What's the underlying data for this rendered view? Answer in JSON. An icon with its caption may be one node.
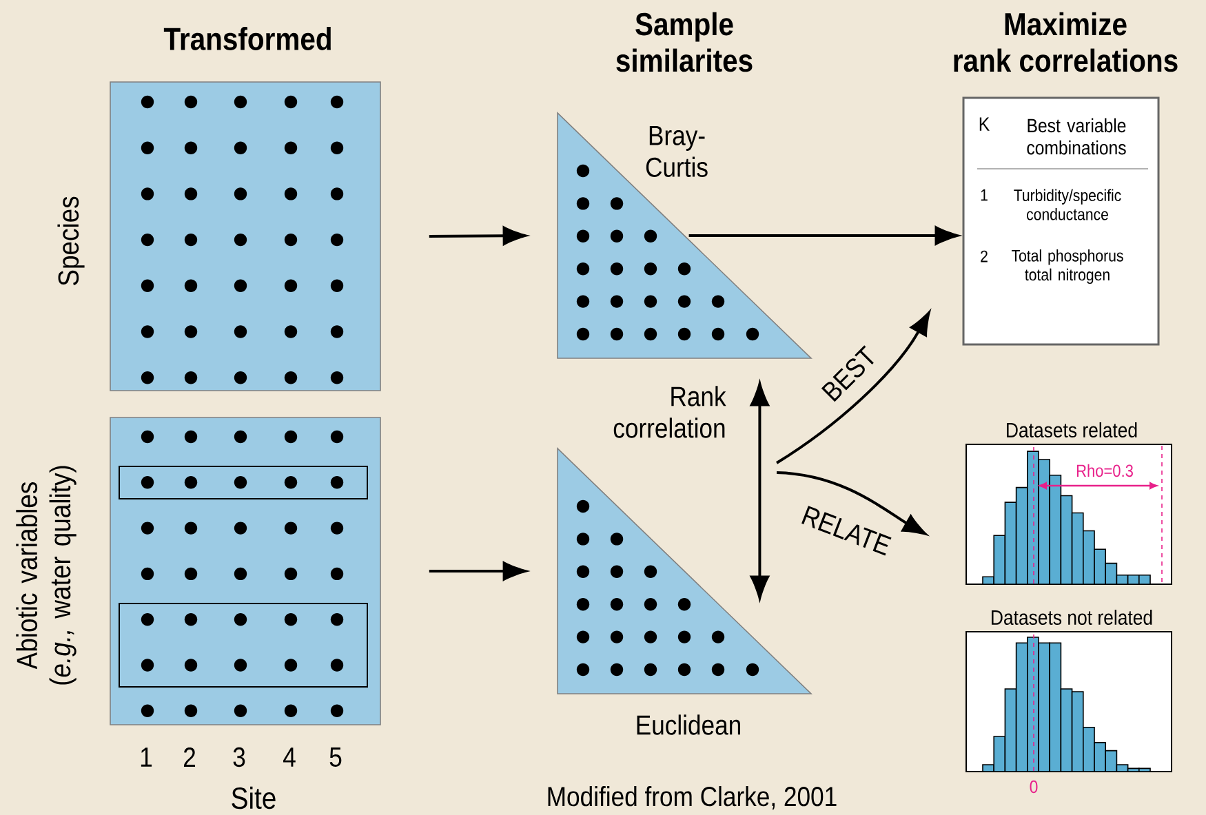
{
  "diagram": {
    "caption": "Modified from Clarke, 2001",
    "nodes": [
      {
        "text": [
          "Species"
        ]
      },
      {
        "text": [
          "Abiotic variables (*e.g.,* water quality)"
        ]
      },
      {
        "text": [
          "Bray-Curtis"
        ]
      },
      {
        "text": [
          "Euclidean"
        ]
      },
      {
        "text": [
          "K",
          "Best variable combinations",
          "1",
          "Turbidity/specific conductance",
          "2",
          "Total phosphorus total nitrogen"
        ]
      },
      {
        "text": [
          "Datasets related"
        ]
      },
      {
        "text": [
          "Datasets not related"
        ]
      }
    ],
    "edges": [
      {
        "from": 0,
        "to": 2,
        "arrow": "to"
      },
      {
        "from": 1,
        "to": 3,
        "arrow": "to"
      },
      {
        "from": 2,
        "to": 3,
        "arrow": "both",
        "label": "Rank correlation"
      },
      {
        "from": 2,
        "to": 4,
        "arrow": "to"
      },
      {
        "from": null,
        "to": 4,
        "arrow": "to",
        "label": "BEST"
      },
      {
        "from": null,
        "to": 5,
        "arrow": "to",
        "label": "RELATE"
      }
    ],
    "labels": [
      "Transformed",
      "Sample similarites",
      "Maximize rank correlations",
      "1",
      "2",
      "3",
      "4",
      "5",
      "Site",
      "Rho=0.3",
      "0"
    ]
  }
}
